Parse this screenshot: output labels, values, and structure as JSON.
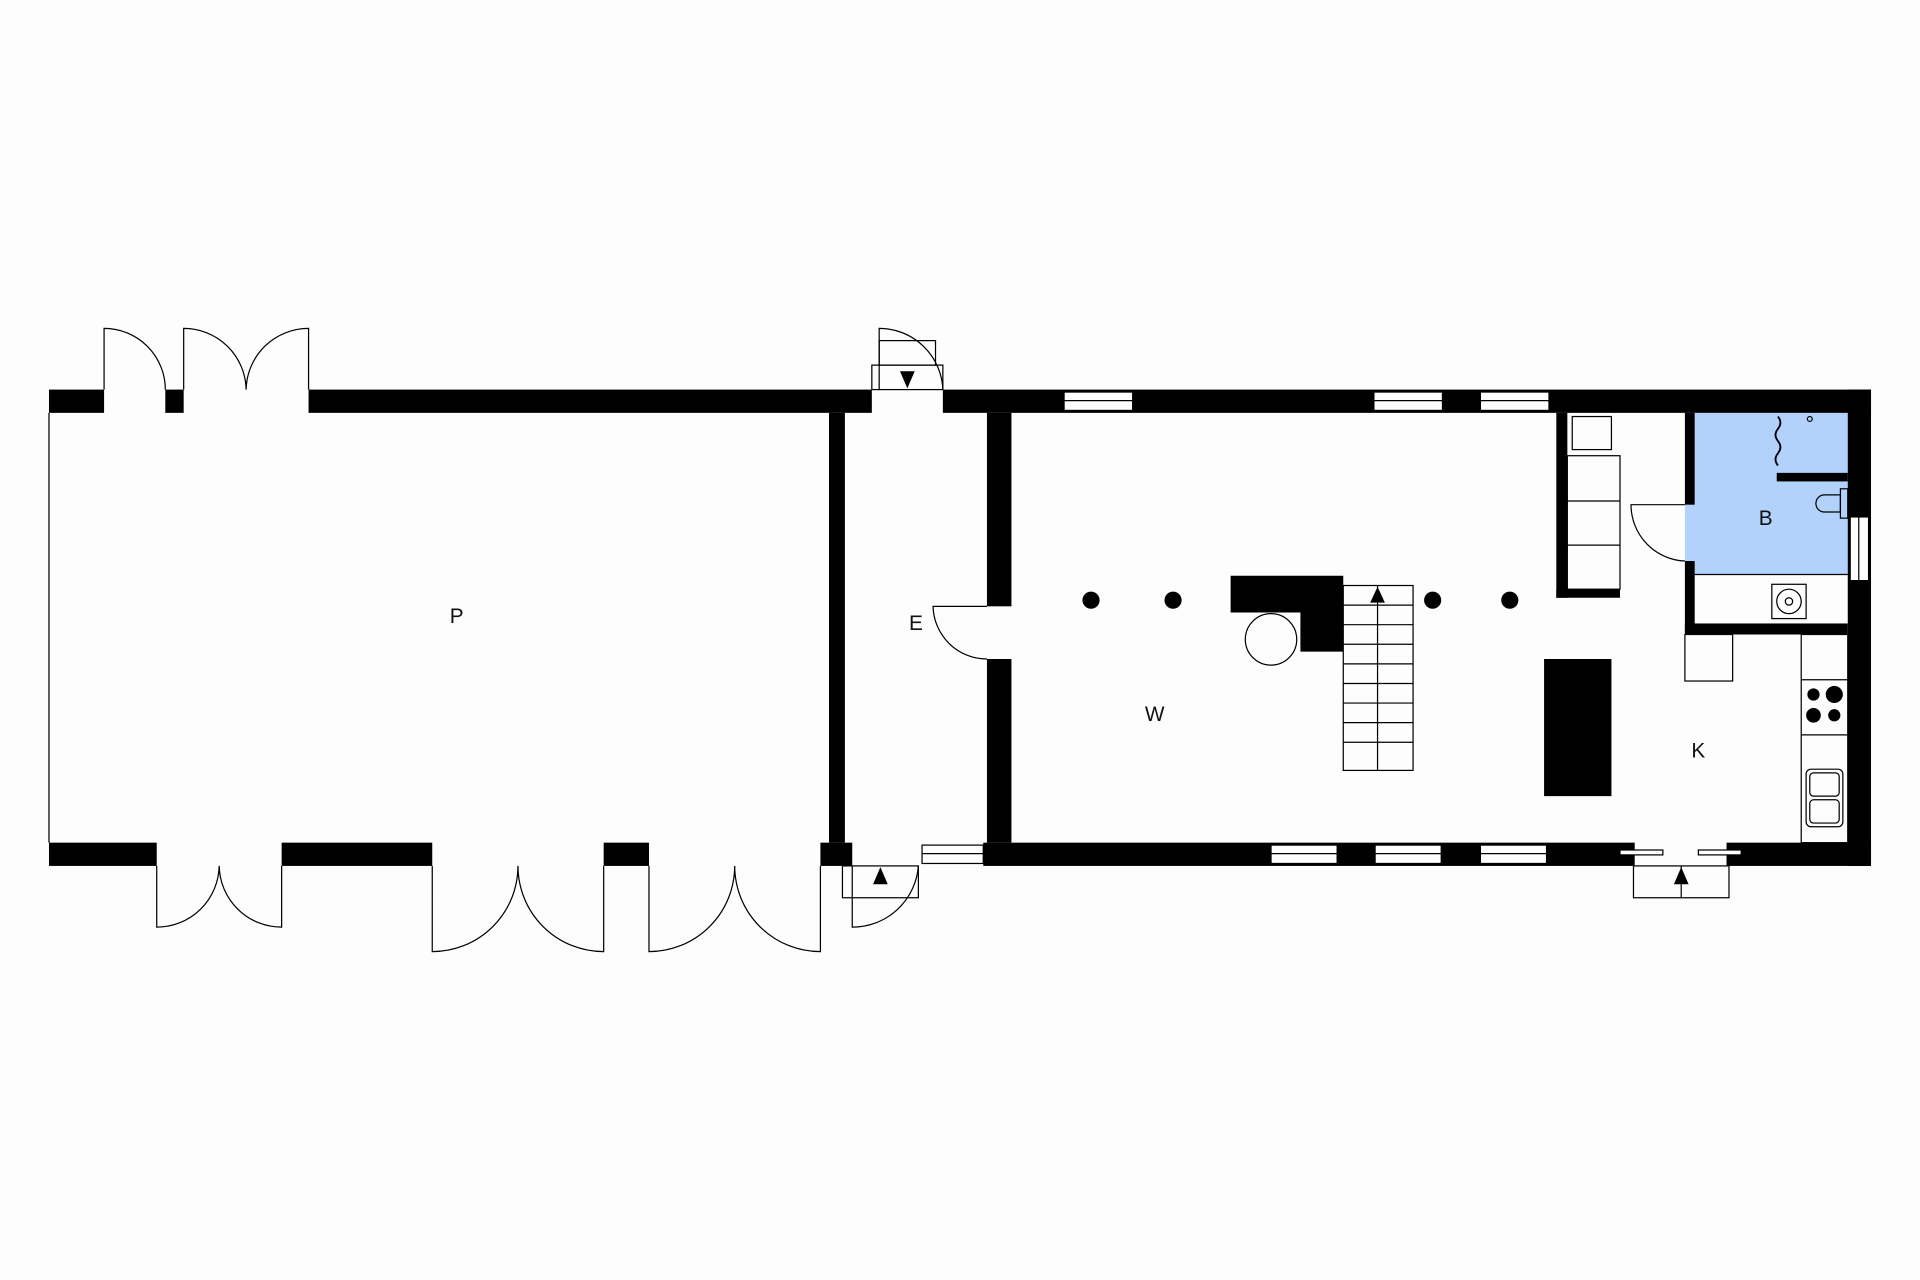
{
  "floorplan": {
    "rooms": [
      {
        "id": "P",
        "label": "P"
      },
      {
        "id": "E",
        "label": "E"
      },
      {
        "id": "W",
        "label": "W"
      },
      {
        "id": "K",
        "label": "K"
      },
      {
        "id": "B",
        "label": "B"
      }
    ],
    "colors": {
      "wall": "#000000",
      "bathroom": "#b3d2fb",
      "background": "#fdfdfd"
    }
  }
}
